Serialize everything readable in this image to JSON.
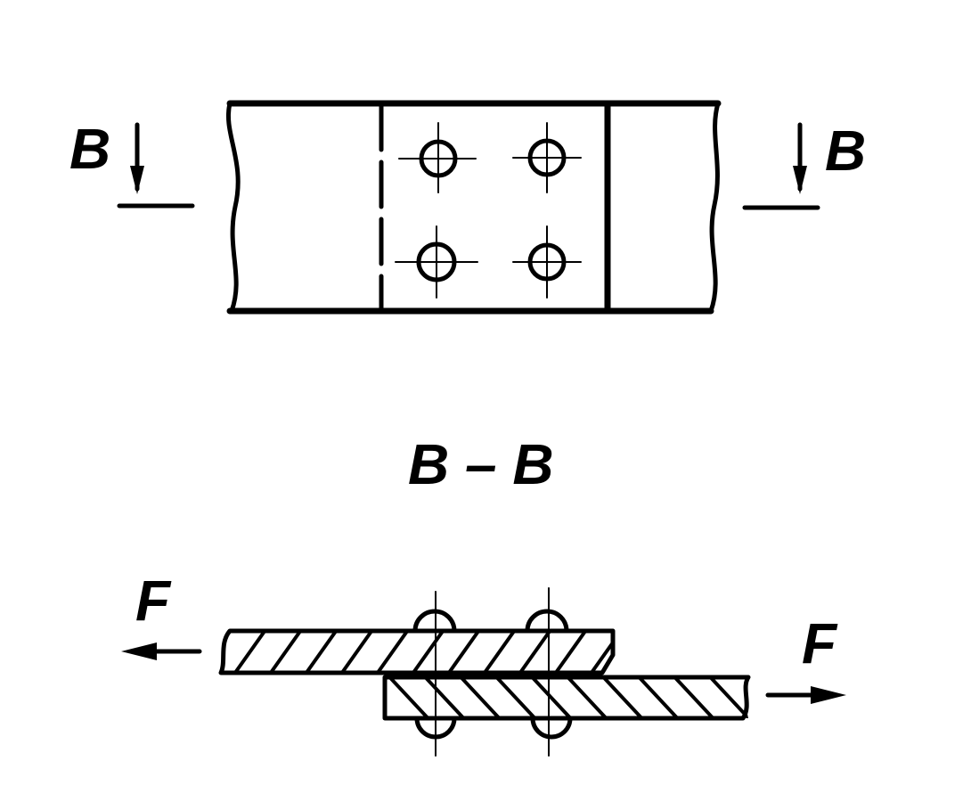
{
  "labels": {
    "section_left": "B",
    "section_right": "B",
    "section_title": "B – B",
    "force_left": "F",
    "force_right": "F"
  },
  "colors": {
    "line": "#000000",
    "background": "#ffffff"
  }
}
